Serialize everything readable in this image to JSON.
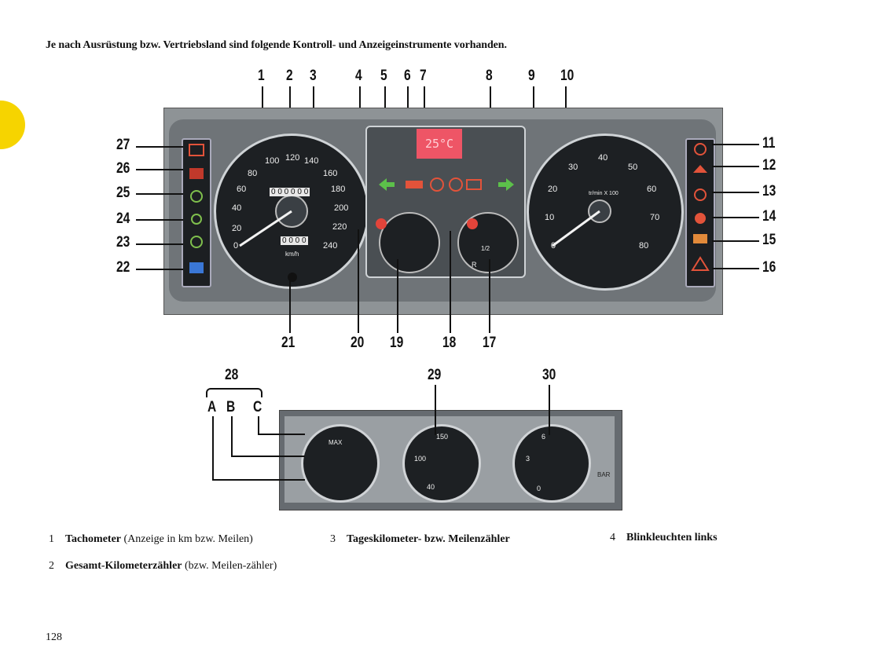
{
  "heading": "Je nach Ausrüstung bzw. Vertriebsland sind folgende Kontroll- und Anzeigeinstrumente vorhanden.",
  "top_numbers": [
    "1",
    "2",
    "3",
    "4",
    "5",
    "6",
    "7",
    "8",
    "9",
    "10"
  ],
  "right_numbers": [
    "11",
    "12",
    "13",
    "14",
    "15",
    "16"
  ],
  "left_numbers": [
    "27",
    "26",
    "25",
    "24",
    "23",
    "22"
  ],
  "bottom_numbers": [
    "21",
    "20",
    "19",
    "18",
    "17"
  ],
  "lower_numbers": {
    "n28": "28",
    "n29": "29",
    "n30": "30",
    "a": "A",
    "b": "B",
    "c": "C"
  },
  "speedo": {
    "ticks": [
      "0",
      "20",
      "40",
      "60",
      "80",
      "100",
      "120",
      "140",
      "160",
      "180",
      "200",
      "220",
      "240"
    ],
    "odometer_total": "0 0 0 0 0 0",
    "odometer_trip": "0 0 0 0",
    "unit": "km/h"
  },
  "tacho": {
    "ticks": [
      "0",
      "10",
      "20",
      "30",
      "40",
      "50",
      "60",
      "70",
      "80"
    ],
    "unit": "tr/min X 100"
  },
  "lcd_text": "25°C",
  "fuel_labels": {
    "half": "1/2",
    "reserve": "R"
  },
  "lower_gauges": {
    "g1": {
      "max": "MAX"
    },
    "g2": {
      "v100": "100",
      "v150": "150",
      "v40": "40"
    },
    "g3": {
      "v6": "6",
      "v3": "3",
      "v0": "0",
      "unit": "BAR"
    }
  },
  "captions": [
    {
      "n": "1",
      "bold": "Tachometer",
      "text": " (Anzeige in km bzw. Meilen)"
    },
    {
      "n": "2",
      "bold": "Gesamt-Kilometerzähler",
      "text": " (bzw. Meilen-zähler)"
    },
    {
      "n": "3",
      "bold": "Tageskilometer- bzw. Meilenzähler",
      "text": ""
    },
    {
      "n": "4",
      "bold": "Blinkleuchten links",
      "text": ""
    }
  ],
  "page_number": "128",
  "colors": {
    "accent_tab": "#f6d400",
    "panel": "#8e9396",
    "gauge": "#1d2023",
    "lcd": "#ee5566"
  }
}
